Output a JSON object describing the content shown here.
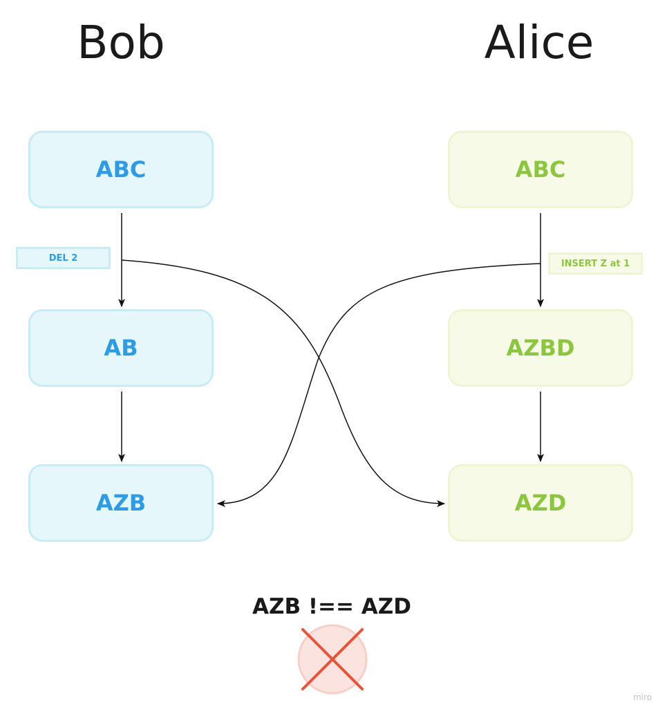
{
  "columns": {
    "bob": {
      "title": "Bob",
      "color": "#2d9be6"
    },
    "alice": {
      "title": "Alice",
      "color": "#8cc63f"
    }
  },
  "nodes": {
    "bob": [
      "ABC",
      "AB",
      "AZB"
    ],
    "alice": [
      "ABC",
      "AZBD",
      "AZD"
    ]
  },
  "operations": {
    "bob": "DEL 2",
    "alice": "INSERT Z at 1"
  },
  "result": {
    "text": "AZB !== AZD",
    "icon": "cross-icon",
    "icon_color": "#e8533a"
  },
  "watermark": "miro"
}
